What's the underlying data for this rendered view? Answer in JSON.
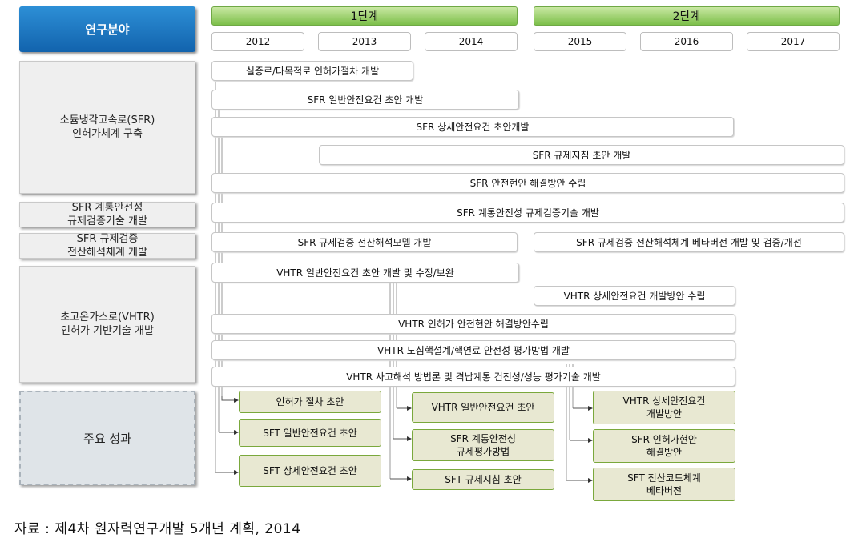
{
  "header": {
    "field_label": "연구분야",
    "phases": [
      "1단계",
      "2단계"
    ],
    "years": [
      "2012",
      "2013",
      "2014",
      "2015",
      "2016",
      "2017"
    ]
  },
  "categories": [
    "소듐냉각고속로(SFR)\n인허가체계 구축",
    "SFR 계통안전성\n규제검증기술 개발",
    "SFR 규제검증\n전산해석체계 개발",
    "초고온가스로(VHTR)\n인허가 기반기술 개발"
  ],
  "tasks": [
    "실증로/다목적로 인허가절차 개발",
    "SFR 일반안전요건 초안 개발",
    "SFR 상세안전요건 초안개발",
    "SFR 규제지침 초안 개발",
    "SFR 안전현안 해결방안 수립",
    "SFR 계통안전성 규제검증기술 개발",
    "SFR 규제검증 전산해석모델 개발",
    "SFR 규제검증 전산해석체계 베타버전 개발 및 검증/개선",
    "VHTR 일반안전요건 초안 개발 및 수정/보완",
    "VHTR 상세안전요건 개발방안 수립",
    "VHTR 인허가 안전현안 해결방안수립",
    "VHTR 노심핵설계/핵연료 안전성 평가방법 개발",
    "VHTR 사고해석 방법론 및 격납계통 건전성/성능 평가기술 개발"
  ],
  "results": {
    "label": "주요 성과",
    "outcomes": [
      "인허가 절차 초안",
      "SFT 일반안전요건 초안",
      "SFT 상세안전요건 초안",
      "VHTR 일반안전요건 초안",
      "SFR 계통안전성\n규제평가방법",
      "SFT 규제지침 초안",
      "VHTR 상세안전요건\n개발방안",
      "SFR 인허가현안\n해결방안",
      "SFT 전산코드체계\n베타버전"
    ]
  },
  "source": "자료 : 제4차 원자력연구개발 5개년 계획, 2014"
}
